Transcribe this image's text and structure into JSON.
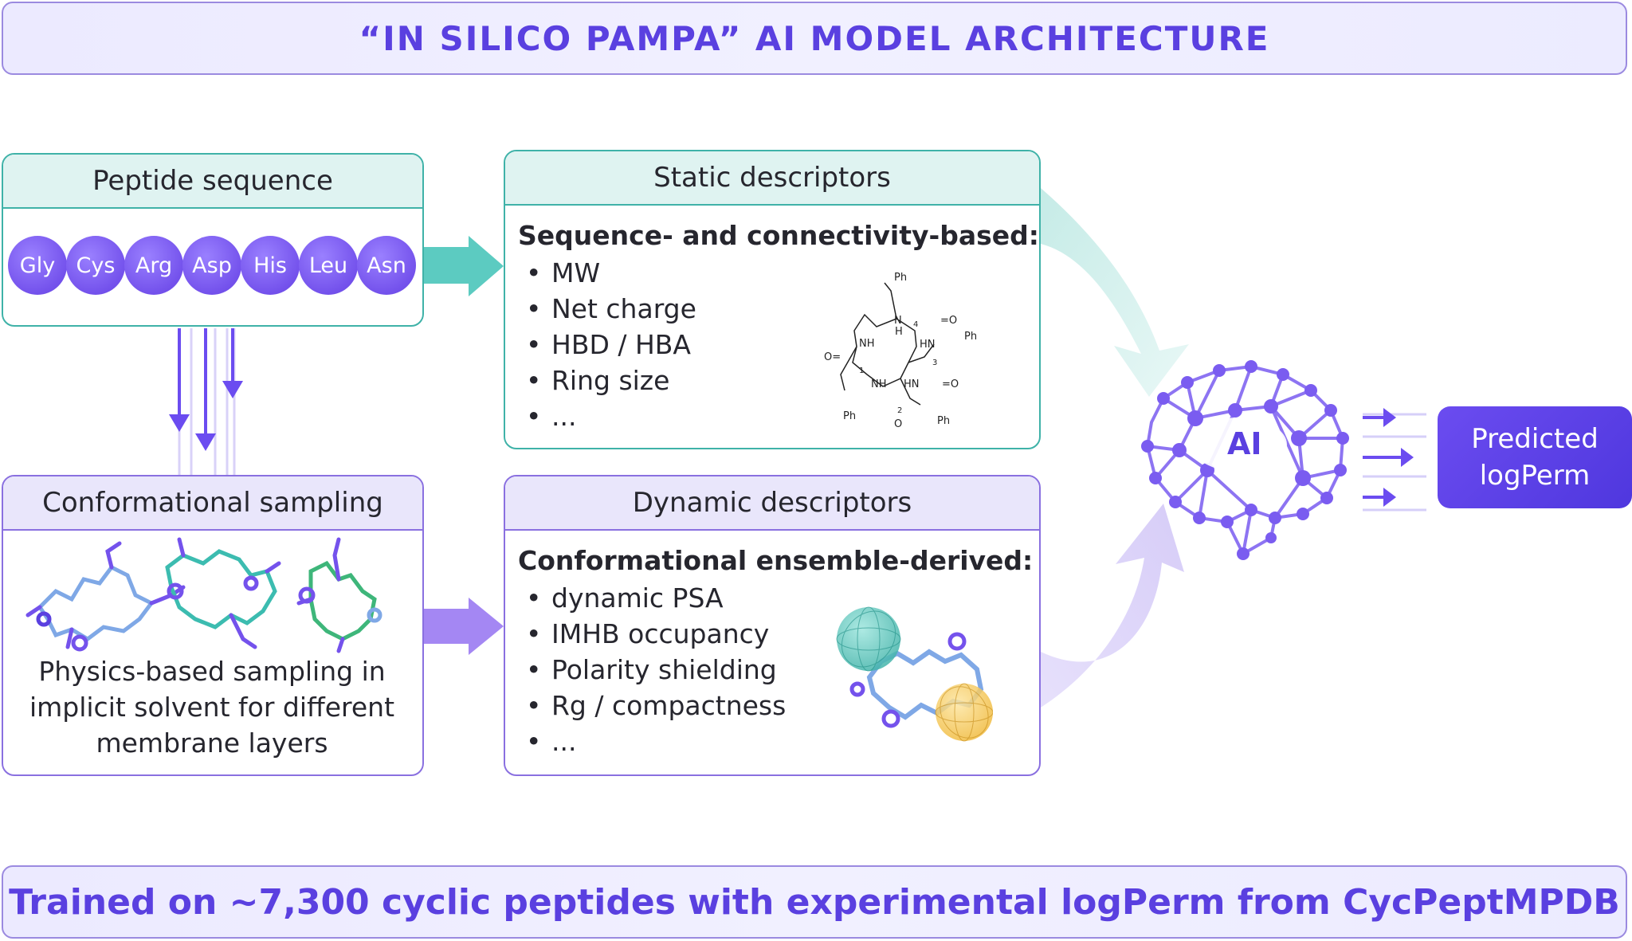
{
  "title": "“IN SILICO PAMPA” AI MODEL ARCHITECTURE",
  "footer": "Trained on ~7,300 cyclic peptides with experimental logPerm from CycPeptMPDB",
  "peptide_sequence": {
    "heading": "Peptide sequence",
    "residues": [
      "Gly",
      "Cys",
      "Arg",
      "Asp",
      "His",
      "Leu",
      "Asn"
    ]
  },
  "conformational_sampling": {
    "heading": "Conformational sampling",
    "description_lines": [
      "Physics-based sampling in",
      "implicit solvent for different",
      "membrane layers"
    ]
  },
  "static_descriptors": {
    "heading": "Static descriptors",
    "subheading": "Sequence- and connectivity-based:",
    "items": [
      "MW",
      "Net charge",
      "HBD / HBA",
      "Ring size",
      "..."
    ]
  },
  "dynamic_descriptors": {
    "heading": "Dynamic descriptors",
    "subheading": "Conformational ensemble-derived:",
    "items": [
      "dynamic PSA",
      "IMHB occupancy",
      "Polarity shielding",
      "Rg / compactness",
      "..."
    ]
  },
  "molecule_labels": {
    "ph": "Ph",
    "nh": "NH",
    "hn": "HN",
    "n": "N",
    "h": "H",
    "o": "O",
    "o_eq": "O=",
    "eq_o": "=O",
    "num1": "1",
    "num2": "2",
    "num3": "3",
    "num4": "4"
  },
  "ai": {
    "label": "AI"
  },
  "output": {
    "line1": "Predicted",
    "line2": "logPerm"
  },
  "colors": {
    "accent_purple": "#5a40e0",
    "teal": "#3fb2a8",
    "residue": "#7452ec",
    "brain": "#7a5cf0"
  }
}
